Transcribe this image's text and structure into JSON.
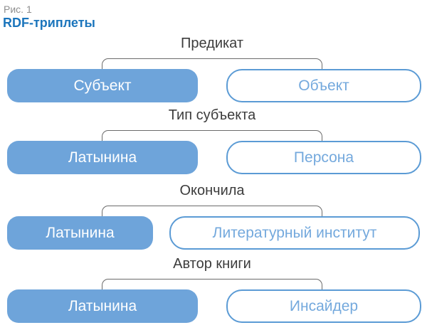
{
  "header": {
    "caption": "Рис. 1",
    "title": "RDF-триплеты"
  },
  "colors": {
    "title_blue": "#1b75bc",
    "caption_gray": "#8e8e8e",
    "subject_box_fill": "#6ea4da",
    "subject_text": "#ffffff",
    "object_box_border": "#5b9bd5",
    "object_text": "#74a9dd",
    "predicate_text": "#3c3c3c",
    "bracket_gray": "#6b6b6b"
  },
  "rows": [
    {
      "predicate": "Предикат",
      "subject": "Субъект",
      "object": "Объект"
    },
    {
      "predicate": "Тип субъекта",
      "subject": "Латынина",
      "object": "Персона"
    },
    {
      "predicate": "Окончила",
      "subject": "Латынина",
      "object": "Литературный институт"
    },
    {
      "predicate": "Автор книги",
      "subject": "Латынина",
      "object": "Инсайдер"
    }
  ]
}
